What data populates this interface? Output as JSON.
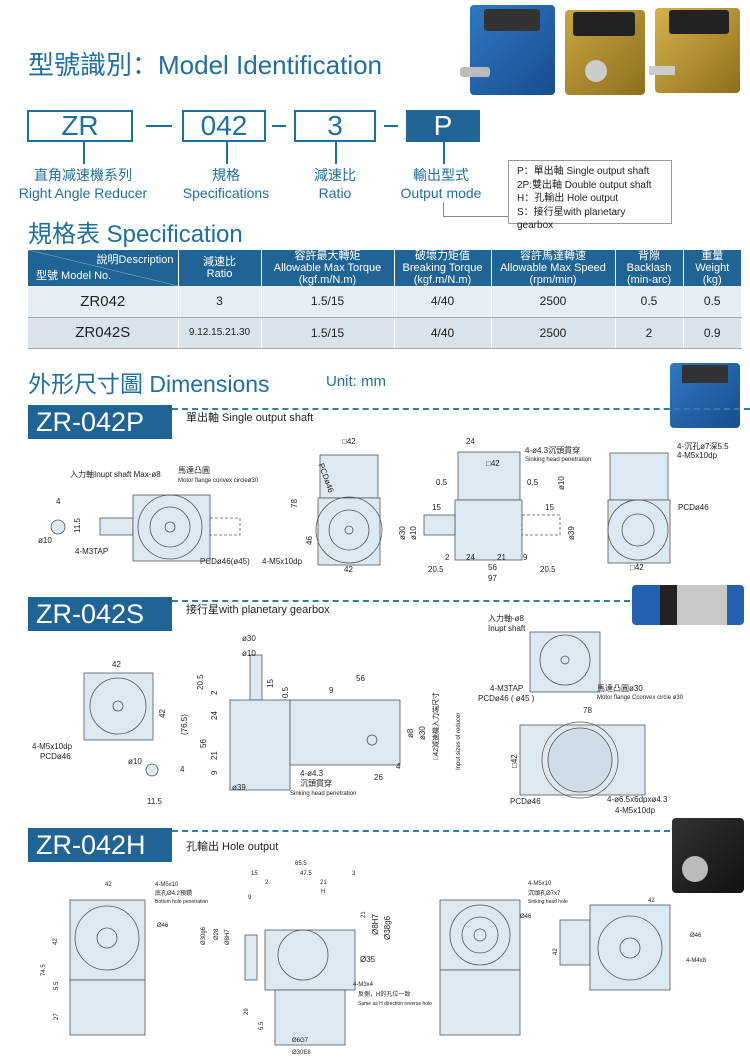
{
  "title": "型號識別：Model Identification",
  "model_code": {
    "parts": [
      "ZR",
      "042",
      "3",
      "P"
    ],
    "labels": [
      {
        "zh": "直角减速機系列",
        "en": "Right Angle Reducer"
      },
      {
        "zh": "規格",
        "en": "Specifications"
      },
      {
        "zh": "減速比",
        "en": "Ratio"
      },
      {
        "zh": "輸出型式",
        "en": "Output mode"
      }
    ],
    "output_modes": [
      "P：單出軸 Single output shaft",
      "2P:雙出軸 Double output shaft",
      "H：孔輸出 Hole output",
      "S：接行星with planetary gearbox"
    ]
  },
  "spec_title": "規格表 Specification",
  "spec_table": {
    "corner_top": "說明Description",
    "corner_bottom": "型號 Model No.",
    "headers": [
      [
        "減速比",
        "Ratio"
      ],
      [
        "容許最大轉矩",
        "Allowable Max Torque",
        "(kgf.m/N.m)"
      ],
      [
        "破壞力矩值",
        "Breaking Torque",
        "(kgf.m/N.m)"
      ],
      [
        "容許馬達轉速",
        "Allowable Max Speed",
        "(rpm/min)"
      ],
      [
        "背隙",
        "Backlash",
        "(min-arc)"
      ],
      [
        "重量",
        "Weight",
        "(kg)"
      ]
    ],
    "rows": [
      [
        "ZR042",
        "3",
        "1.5/15",
        "4/40",
        "2500",
        "0.5",
        "0.5"
      ],
      [
        "ZR042S",
        "9.12.15.21.30",
        "1.5/15",
        "4/40",
        "2500",
        "2",
        "0.9"
      ]
    ]
  },
  "dim_title": "外形尺寸圖 Dimensions",
  "unit": "Unit: mm",
  "colors": {
    "brand": "#1f6494",
    "drawing_fill": "#dce8f2"
  },
  "sections": {
    "p": {
      "banner": "ZR-042P",
      "subtitle": "單出軸 Single output shaft",
      "labels": [
        "入力軸Inupt shaft Max-ø8",
        "馬達凸圓",
        "Motor flange convex circleø30",
        "4",
        "ø10",
        "11.5",
        "4-M3TAP",
        "PCDø46(ø45)",
        "□42",
        "78",
        "46",
        "42",
        "4-M5x10dp",
        "PCDø46",
        "24",
        "□42",
        "4-ø4.3沉頭貫穿",
        "Sinking head penetration",
        "0.5",
        "0.5",
        "15",
        "15",
        "ø30",
        "ø10",
        "ø10",
        "ø39",
        "2",
        "24",
        "21",
        "9",
        "20.5",
        "56",
        "20.5",
        "97",
        "4-沉孔ø7深5.5",
        "4-M5x10dp",
        "PCDø46",
        "□42"
      ]
    },
    "s": {
      "banner": "ZR-042S",
      "subtitle": "接行星with planetary gearbox",
      "labels": [
        "42",
        "42",
        "4-M5x10dp",
        "PCDø46",
        "ø10",
        "4",
        "11.5",
        "ø30",
        "ø10",
        "20.5",
        "2",
        "15",
        "0.5",
        "56",
        "9",
        "(76.5)",
        "24",
        "56",
        "21",
        "9",
        "ø8",
        "ø30",
        "□42減速機入力端尺寸",
        "Input sizes of reducer",
        "4-ø4.3",
        "沉頭貫穿",
        "Sinking head penetration",
        "ø39",
        "26",
        "4",
        "入力軸-ø8",
        "Inupt shaft",
        "4-M3TAP",
        "PCDø46 ( ø45 )",
        "馬達凸圓ø30",
        "Motor flange Cconvex circle ø30",
        "78",
        "□42",
        "PCDø46",
        "4-ø6.5x6dpxø4.3",
        "4-M5x10dp"
      ]
    },
    "h": {
      "banner": "ZR-042H",
      "subtitle": "孔輸出 Hole output",
      "labels": [
        "42",
        "4-M5x10",
        "底孔Ø4.2預鑽",
        "Bottom hole penetration",
        "Ø46",
        "42",
        "74.5",
        "5.5",
        "27",
        "65.5",
        "15",
        "47.5",
        "3",
        "21",
        "H",
        "2",
        "9",
        "Ø30g6",
        "Ø28",
        "Ø8H7",
        "21",
        "Ø8H7",
        "Ø38g6",
        "Ø35",
        "4-M3x4",
        "反側，H的孔位一致",
        "Same as H direction reverse hole",
        "29",
        "5.5",
        "Ø6G7",
        "Ø30E8",
        "4-M5x10",
        "沉頭孔Ø7x7",
        "Sinking head hole",
        "Ø46",
        "42",
        "42",
        "Ø46",
        "4-M4x8"
      ]
    }
  }
}
